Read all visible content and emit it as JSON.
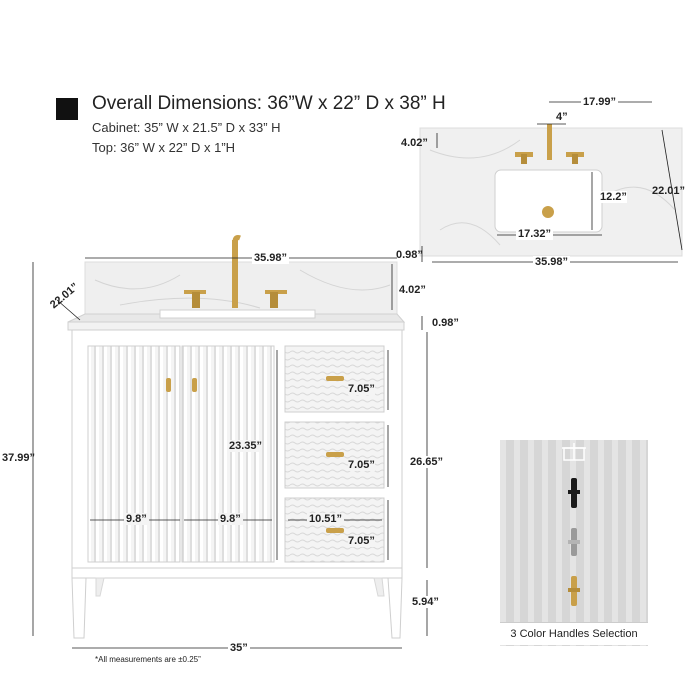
{
  "header": {
    "overall": "Overall Dimensions: 36”W x 22” D x 38” H",
    "cabinet": "Cabinet: 35” W x 21.5” D x 33” H",
    "top": "Top: 36” W x 22” D x 1”H"
  },
  "top_view": {
    "width_back": "17.99”",
    "faucet_spread": "4”",
    "backsplash": "4.02”",
    "sink_depth": "12.2”",
    "sink_width": "17.32”",
    "depth": "22.01”",
    "thickness": "0.98”",
    "width": "35.98”"
  },
  "front_view": {
    "top_width": "35.98”",
    "top_depth": "22.01”",
    "backsplash": "4.02”",
    "top_thickness": "0.98”",
    "overall_height": "37.99”",
    "door_height": "23.35”",
    "door_width_left": "9.8”",
    "door_width_right": "9.8”",
    "drawer_width": "10.51”",
    "drawer_1": "7.05”",
    "drawer_2": "7.05”",
    "drawer_3": "7.05”",
    "cabinet_height": "26.65”",
    "leg_height": "5.94”",
    "cabinet_width": "35”"
  },
  "note": "*All measurements are ±0.25”",
  "handles_panel": {
    "label": "3 Color Handles Selection",
    "handles": [
      "black-handle",
      "silver-handle",
      "gold-handle"
    ]
  },
  "colors": {
    "cabinet": "#ffffff",
    "marble": "#eeeeee",
    "brass": "#c9a04a",
    "panel": "#dcdcdc"
  }
}
